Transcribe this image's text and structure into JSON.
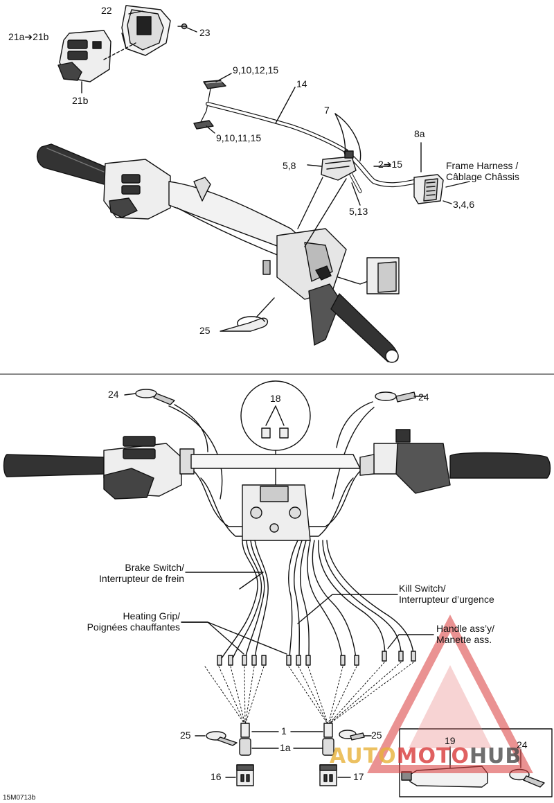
{
  "callouts": {
    "c22": "22",
    "c23": "23",
    "c21a": "21a➔21b",
    "c21b": "21b",
    "c9a": "9,10,12,15",
    "c14": "14",
    "c9b": "9,10,11,15",
    "c7": "7",
    "c8a": "8a",
    "c58": "5,8",
    "c215": "2➔15",
    "c513": "5,13",
    "c346": "3,4,6",
    "c25a": "25",
    "c24a": "24",
    "c18": "18",
    "c24b": "24",
    "c1": "1",
    "c25b": "25",
    "c25c": "25",
    "c1a": "1a",
    "c16": "16",
    "c17": "17",
    "c19": "19",
    "c24c": "24"
  },
  "labels": {
    "frame_harness_1": "Frame Harness /",
    "frame_harness_2": "Câblage Châssis",
    "brake_switch_1": "Brake Switch/",
    "brake_switch_2": "Interrupteur de frein",
    "kill_switch_1": "Kill Switch/",
    "kill_switch_2": "Interrupteur d’urgence",
    "heating_grip_1": "Heating Grip/",
    "heating_grip_2": "Poignées chauffantes",
    "handle_1": "Handle ass’y/",
    "handle_2": "Manette ass."
  },
  "footer_code": "15M0713b",
  "watermark": {
    "part1": "AUTO",
    "part2": "MOTO",
    "part3": "HUB",
    "color1": "#e8b23a",
    "color2": "#d93a3a",
    "color3": "#4a4a4a"
  }
}
